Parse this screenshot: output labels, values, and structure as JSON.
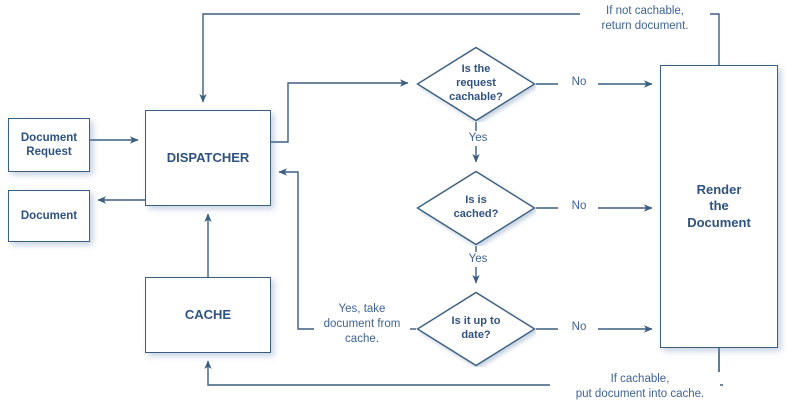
{
  "diagram": {
    "title": "Document Cache Dispatcher Flowchart",
    "colors": {
      "line": "#3b5f80",
      "node_text": "#2f5380",
      "label_text": "#3f6394",
      "node_fill": "#ffffff",
      "background": "#ffffff"
    }
  },
  "nodes": {
    "document_request": {
      "label": "Document\nRequest",
      "shape": "rectangle"
    },
    "document": {
      "label": "Document",
      "shape": "rectangle"
    },
    "dispatcher": {
      "label": "DISPATCHER",
      "shape": "rectangle"
    },
    "cache": {
      "label": "CACHE",
      "shape": "rectangle"
    },
    "render": {
      "label": "Render\nthe\nDocument",
      "shape": "rectangle"
    }
  },
  "decisions": [
    {
      "id": "cachable",
      "label": "Is the\nrequest\ncachable?",
      "shape": "diamond"
    },
    {
      "id": "cached",
      "label": "Is is\ncached?",
      "shape": "diamond"
    },
    {
      "id": "uptodate",
      "label": "Is it up to\ndate?",
      "shape": "diamond"
    }
  ],
  "edge_labels": {
    "no_1": "No",
    "no_2": "No",
    "no_3": "No",
    "yes_1": "Yes",
    "yes_2": "Yes",
    "if_not_cachable": "If not cachable,\nreturn document.",
    "if_cachable": "If cachable,\nput document into cache.",
    "take_from_cache": "Yes, take\ndocument from\ncache."
  }
}
